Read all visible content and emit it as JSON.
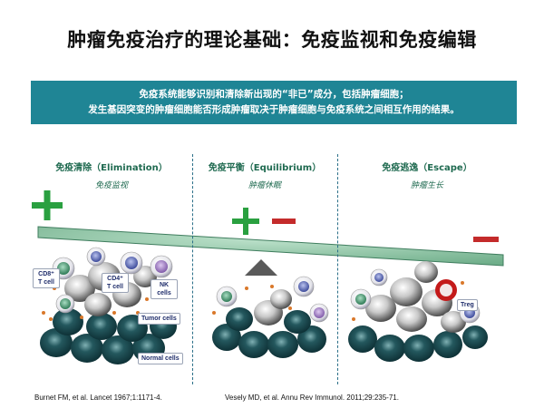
{
  "title": "肿瘤免疫治疗的理论基础：免疫监视和免疫编辑",
  "intro": {
    "line1": "免疫系统能够识别和清除新出现的“非已”成分，包括肿瘤细胞；",
    "line2": "发生基因突变的肿瘤细胞能否形成肿瘤取决于肿瘤细胞与免疫系统之间相互作用的结果。"
  },
  "phases": [
    {
      "title": "免疫清除（Elimination）",
      "subtitle": "免疫监视"
    },
    {
      "title": "免疫平衡（Equilibrium）",
      "subtitle": "肿瘤休眠"
    },
    {
      "title": "免疫逃逸（Escape）",
      "subtitle": "肿瘤生长"
    }
  ],
  "cell_labels": {
    "cd8": "CD8⁺ T cell",
    "cd4": "CD4⁺ T cell",
    "nk": "NK cells",
    "tumor": "Tumor cells",
    "normal": "Normal cells",
    "treg": "Treg"
  },
  "references": {
    "left": "Burnet FM, et al. Lancet 1967;1:1171-4.",
    "right": "Vesely MD, et al. Annu Rev Immunol. 2011;29:235-71."
  },
  "colors": {
    "banner": "#1f8595",
    "plus": "#2aa040",
    "minus": "#c42b2b",
    "beam": "#8fc6a8",
    "normal_cell": "#143f45",
    "treg_ring": "#c41a1a"
  },
  "icons": [
    "plus-icon",
    "minus-icon",
    "fulcrum-icon"
  ]
}
